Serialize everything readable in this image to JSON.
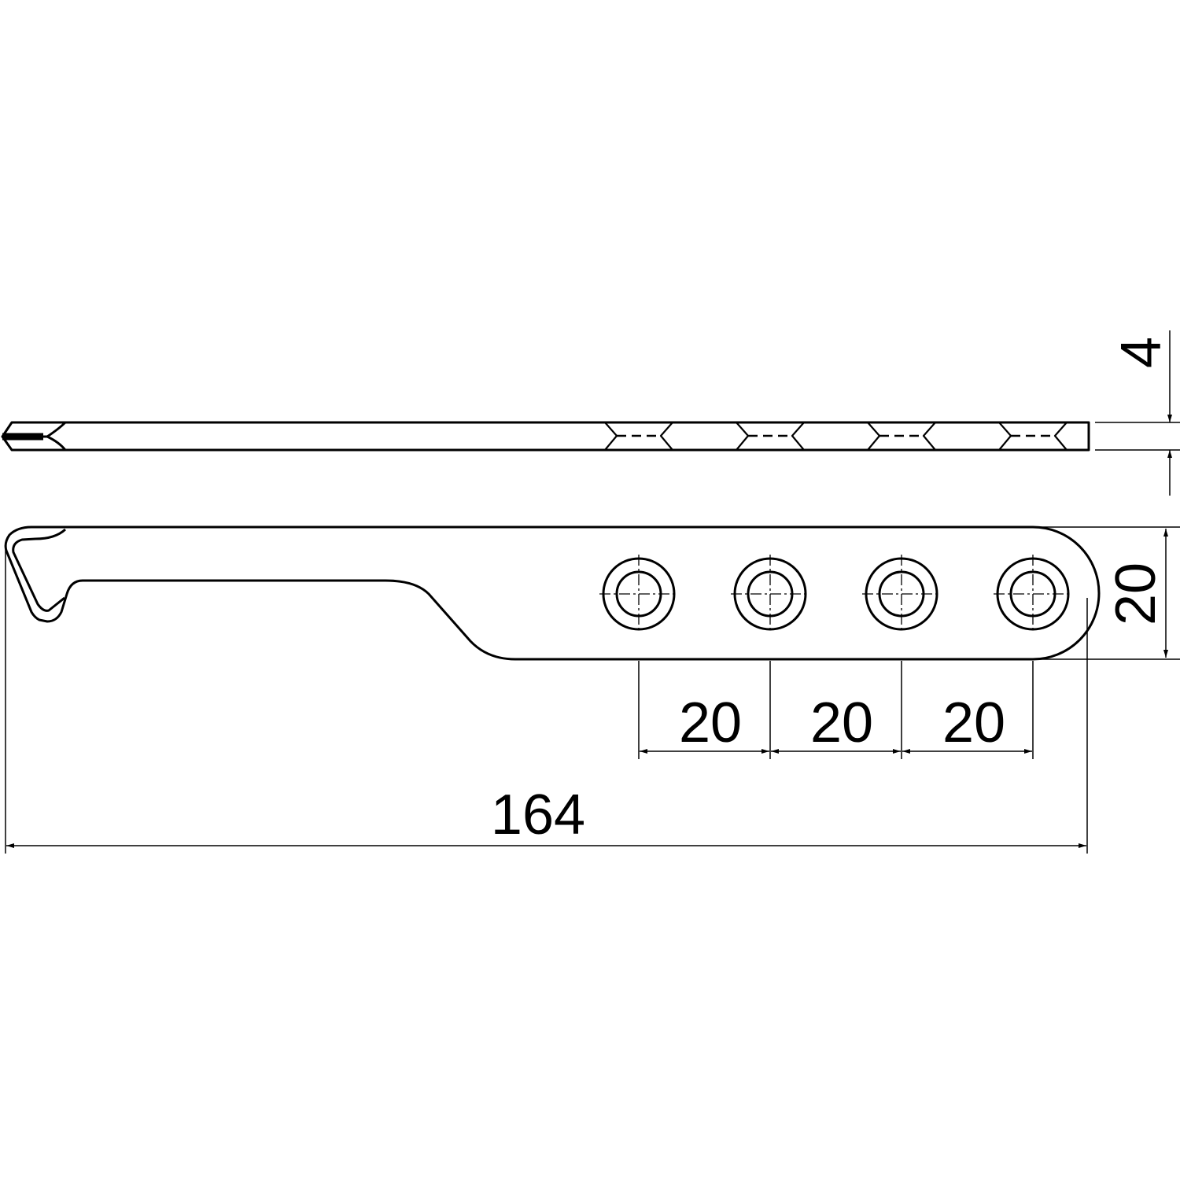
{
  "drawing": {
    "colors": {
      "line": "#000000",
      "background": "#ffffff"
    },
    "dimensions": {
      "thickness": "4",
      "width": "20",
      "hole_pitch": [
        "20",
        "20",
        "20"
      ],
      "overall_length": "164"
    },
    "hole_count": 4
  }
}
